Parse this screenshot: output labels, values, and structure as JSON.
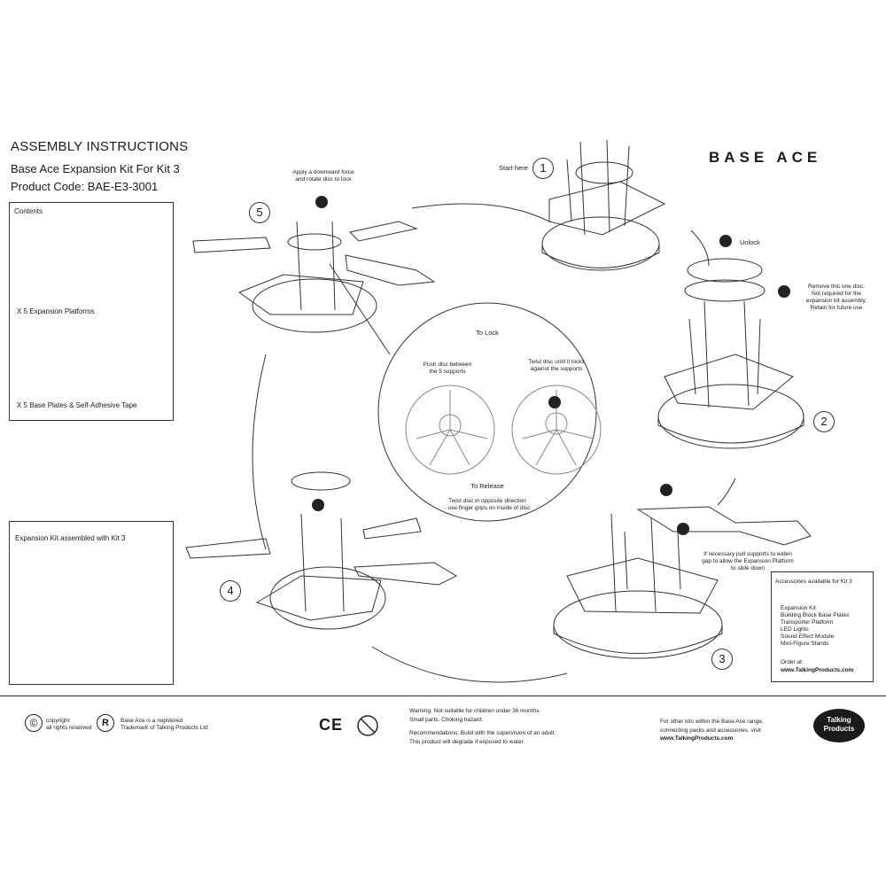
{
  "header": {
    "title": "ASSEMBLY INSTRUCTIONS",
    "subtitle": "Base Ace Expansion Kit For Kit 3",
    "product_code": "Product Code: BAE-E3-3001",
    "brand": "BASE ACE"
  },
  "contents_box": {
    "heading": "Contents",
    "platforms_label": "X 5 Expansion Platforms",
    "plates_label": "X 5 Base Plates & Self-Adhesive Tape"
  },
  "assembled_box": {
    "heading": "Expansion Kit assembled with Kit 3"
  },
  "steps": {
    "step1": {
      "number": "1",
      "note": "Start here"
    },
    "step2": {
      "number": "2",
      "unlock": "Unlock",
      "note_line1": "Remove this one disc.",
      "note_line2": "Not required for the",
      "note_line3": "expansion kit assembly.",
      "note_line4": "Retain for future use"
    },
    "step3": {
      "number": "3",
      "note_line1": "If necessary pull supports to widen",
      "note_line2": "gap to allow the Expansion Platform",
      "note_line3": "to slide down"
    },
    "step4": {
      "number": "4"
    },
    "step5": {
      "number": "5",
      "note_line1": "Apply a downward force",
      "note_line2": "and rotate disc to lock"
    }
  },
  "center_detail": {
    "to_lock": "To Lock",
    "push_line1": "Push disc between",
    "push_line2": "the 5 supports",
    "twist_line1": "Twist disc until it locks",
    "twist_line2": "against the supports",
    "to_release": "To Release",
    "release_line1": "Twist disc in opposite direction",
    "release_line2": "- use finger grips on inside of disc"
  },
  "accessories": {
    "heading": "Accessories available for  Kit 3",
    "items": [
      "Expansion Kit",
      "Building Block Base Plates",
      "Transporter Platform",
      "LED Lights",
      "Sound Effect Module",
      "Mini-Figure Stands"
    ],
    "order_label": "Order at:",
    "order_url": "www.TalkingProducts.com"
  },
  "footer": {
    "copyright_line1": "copyright",
    "copyright_line2": "all rights reserved",
    "registered_line1": "Base Ace is a registered",
    "registered_line2": "Trademark of Talking Products Ltd",
    "ce_mark": "CE",
    "warning_line1": "Warning: Not suitable for children under 36 months.",
    "warning_line2": "Small parts. Choking hazard.",
    "recommend_line1": "Recommendations: Build with the supervision of an adult.",
    "recommend_line2": "This product will degrade if exposed to water.",
    "other_line1": "For other kits within the Base Ace range,",
    "other_line2": "connecting packs and accessories, visit",
    "other_url": "www.TalkingProducts.com",
    "logo_line1": "Talking",
    "logo_line2": "Products"
  }
}
